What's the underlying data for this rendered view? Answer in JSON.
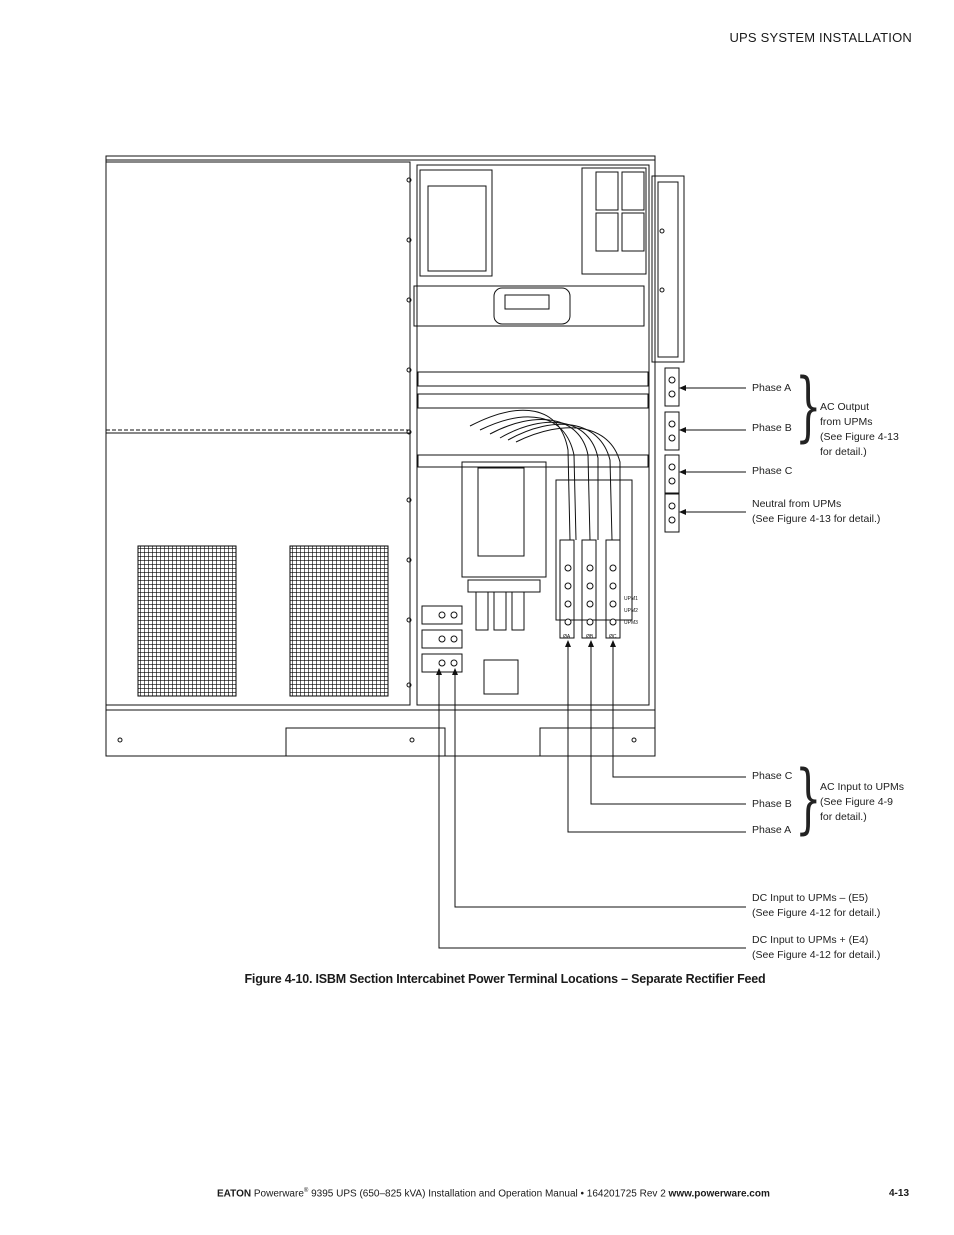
{
  "header": {
    "section_title": "UPS SYSTEM INSTALLATION"
  },
  "labels": {
    "ac_output": {
      "phase_a": "Phase A",
      "phase_b": "Phase B",
      "phase_c": "Phase C",
      "group_line1": "AC Output",
      "group_line2": "from UPMs",
      "group_line3": "(See Figure 4-13",
      "group_line4": "for detail.)"
    },
    "neutral": {
      "line1": "Neutral from UPMs",
      "line2": "(See Figure 4-13 for detail.)"
    },
    "ac_input": {
      "phase_c": "Phase C",
      "phase_b": "Phase B",
      "phase_a": "Phase A",
      "group_line1": "AC Input to UPMs",
      "group_line2": "(See Figure 4-9",
      "group_line3": "for detail.)"
    },
    "dc_neg": {
      "line1": "DC Input to UPMs –  (E5)",
      "line2": "(See Figure 4-12 for detail.)"
    },
    "dc_pos": {
      "line1": "DC Input to UPMs +  (E4)",
      "line2": "(See Figure 4-12 for detail.)"
    }
  },
  "drawing_marks": {
    "upm1": "UPM1",
    "upm2": "UPM2",
    "upm3": "UPM3",
    "phase_a_mark": "ØA",
    "phase_b_mark": "ØB",
    "phase_c_mark": "ØC"
  },
  "caption": "Figure 4-10. ISBM Section Intercabinet Power Terminal Locations – Separate Rectifier Feed",
  "footer": {
    "brand": "EATON",
    "product": "Powerware",
    "reg": "®",
    "text": " 9395 UPS (650–825 kVA) Installation and Operation Manual  •  164201725 Rev 2 ",
    "url": "www.powerware.com",
    "page_number": "4-13"
  }
}
